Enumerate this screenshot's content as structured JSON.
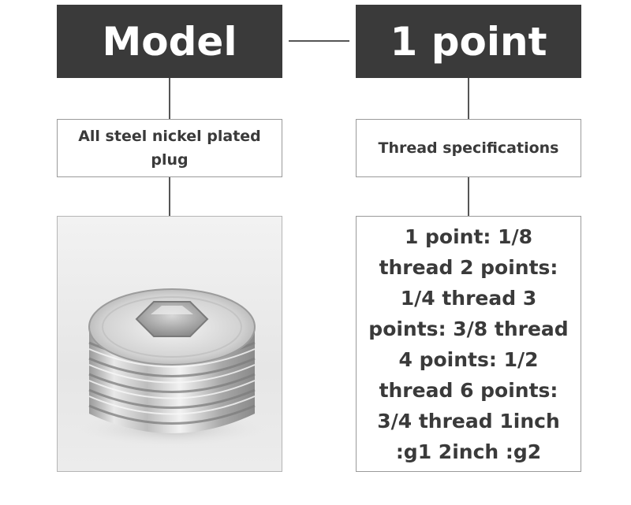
{
  "header": {
    "model_label": "Model",
    "point_label": "1 point"
  },
  "product": {
    "name": "All steel nickel plated plug",
    "photo_subject": "nickel-plated-hex-socket-plug"
  },
  "specs": {
    "label": "Thread specifications",
    "text": "1 point: 1/8\nthread 2 points:\n1/4 thread 3\npoints: 3/8 thread\n4 points: 1/2\nthread 6 points:\n3/4 thread 1inch\n:g1 2inch :g2"
  },
  "colors": {
    "dark_box": "#3a3a3a",
    "text_dark": "#3a3a3a",
    "connector": "#555555"
  }
}
